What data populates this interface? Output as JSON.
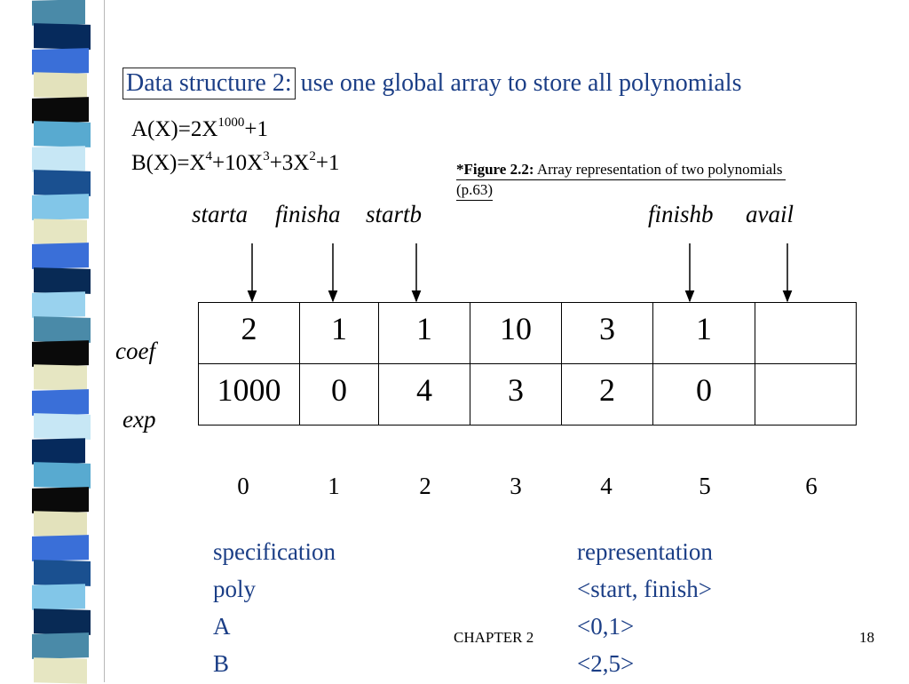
{
  "colors": {
    "title": "#1b3e86",
    "spec_text": "#1b3e86",
    "stripe_segments": [
      "#4a8aa8",
      "#062a5c",
      "#3a6fd8",
      "#e3e2bc",
      "#0a0a0a",
      "#58aad0",
      "#c7e7f5",
      "#1a5090",
      "#82c6e8",
      "#e6e6c2",
      "#3a6fd8",
      "#082a55",
      "#99d2ee",
      "#4a8aa8",
      "#0a0a0a",
      "#e6e6c2",
      "#3a6fd8",
      "#c7e7f5",
      "#062a5c",
      "#58aad0",
      "#0a0a0a",
      "#e3e2bc",
      "#3a6fd8",
      "#1a5090",
      "#82c6e8",
      "#082a55",
      "#4a8aa8",
      "#e6e6c2"
    ]
  },
  "title": {
    "boxed": "Data structure 2:",
    "rest": "use one global array to store all polynomials"
  },
  "polynomials": {
    "a": {
      "prefix": "A(X)=2X",
      "exp1": "1000",
      "suffix": "+1"
    },
    "b": {
      "prefix": "B(X)=X",
      "exp1": "4",
      "mid1": "+10X",
      "exp2": "3",
      "mid2": "+3X",
      "exp3": "2",
      "suffix": "+1"
    }
  },
  "figure_caption": {
    "bold": "*Figure 2.2:",
    "text": "Array representation of two polynomials",
    "page": "(p.63)"
  },
  "pointers": {
    "starta": "starta",
    "finisha": "finisha",
    "startb": "startb",
    "finishb": "finishb",
    "avail": "avail"
  },
  "row_labels": {
    "coef": "coef",
    "exp": "exp"
  },
  "array": {
    "coef": [
      "2",
      "1",
      "1",
      "10",
      "3",
      "1",
      ""
    ],
    "exp": [
      "1000",
      "0",
      "4",
      "3",
      "2",
      "0",
      ""
    ]
  },
  "indices": [
    "0",
    "1",
    "2",
    "3",
    "4",
    "5",
    "6"
  ],
  "spec_table": {
    "left_header": "specification",
    "right_header": "representation",
    "rows": [
      {
        "left": "poly",
        "right": "<start, finish>"
      },
      {
        "left": "A",
        "right": "<0,1>"
      },
      {
        "left": "B",
        "right": "<2,5>"
      }
    ]
  },
  "footer": {
    "chapter": "CHAPTER 2",
    "page_number": "18"
  }
}
